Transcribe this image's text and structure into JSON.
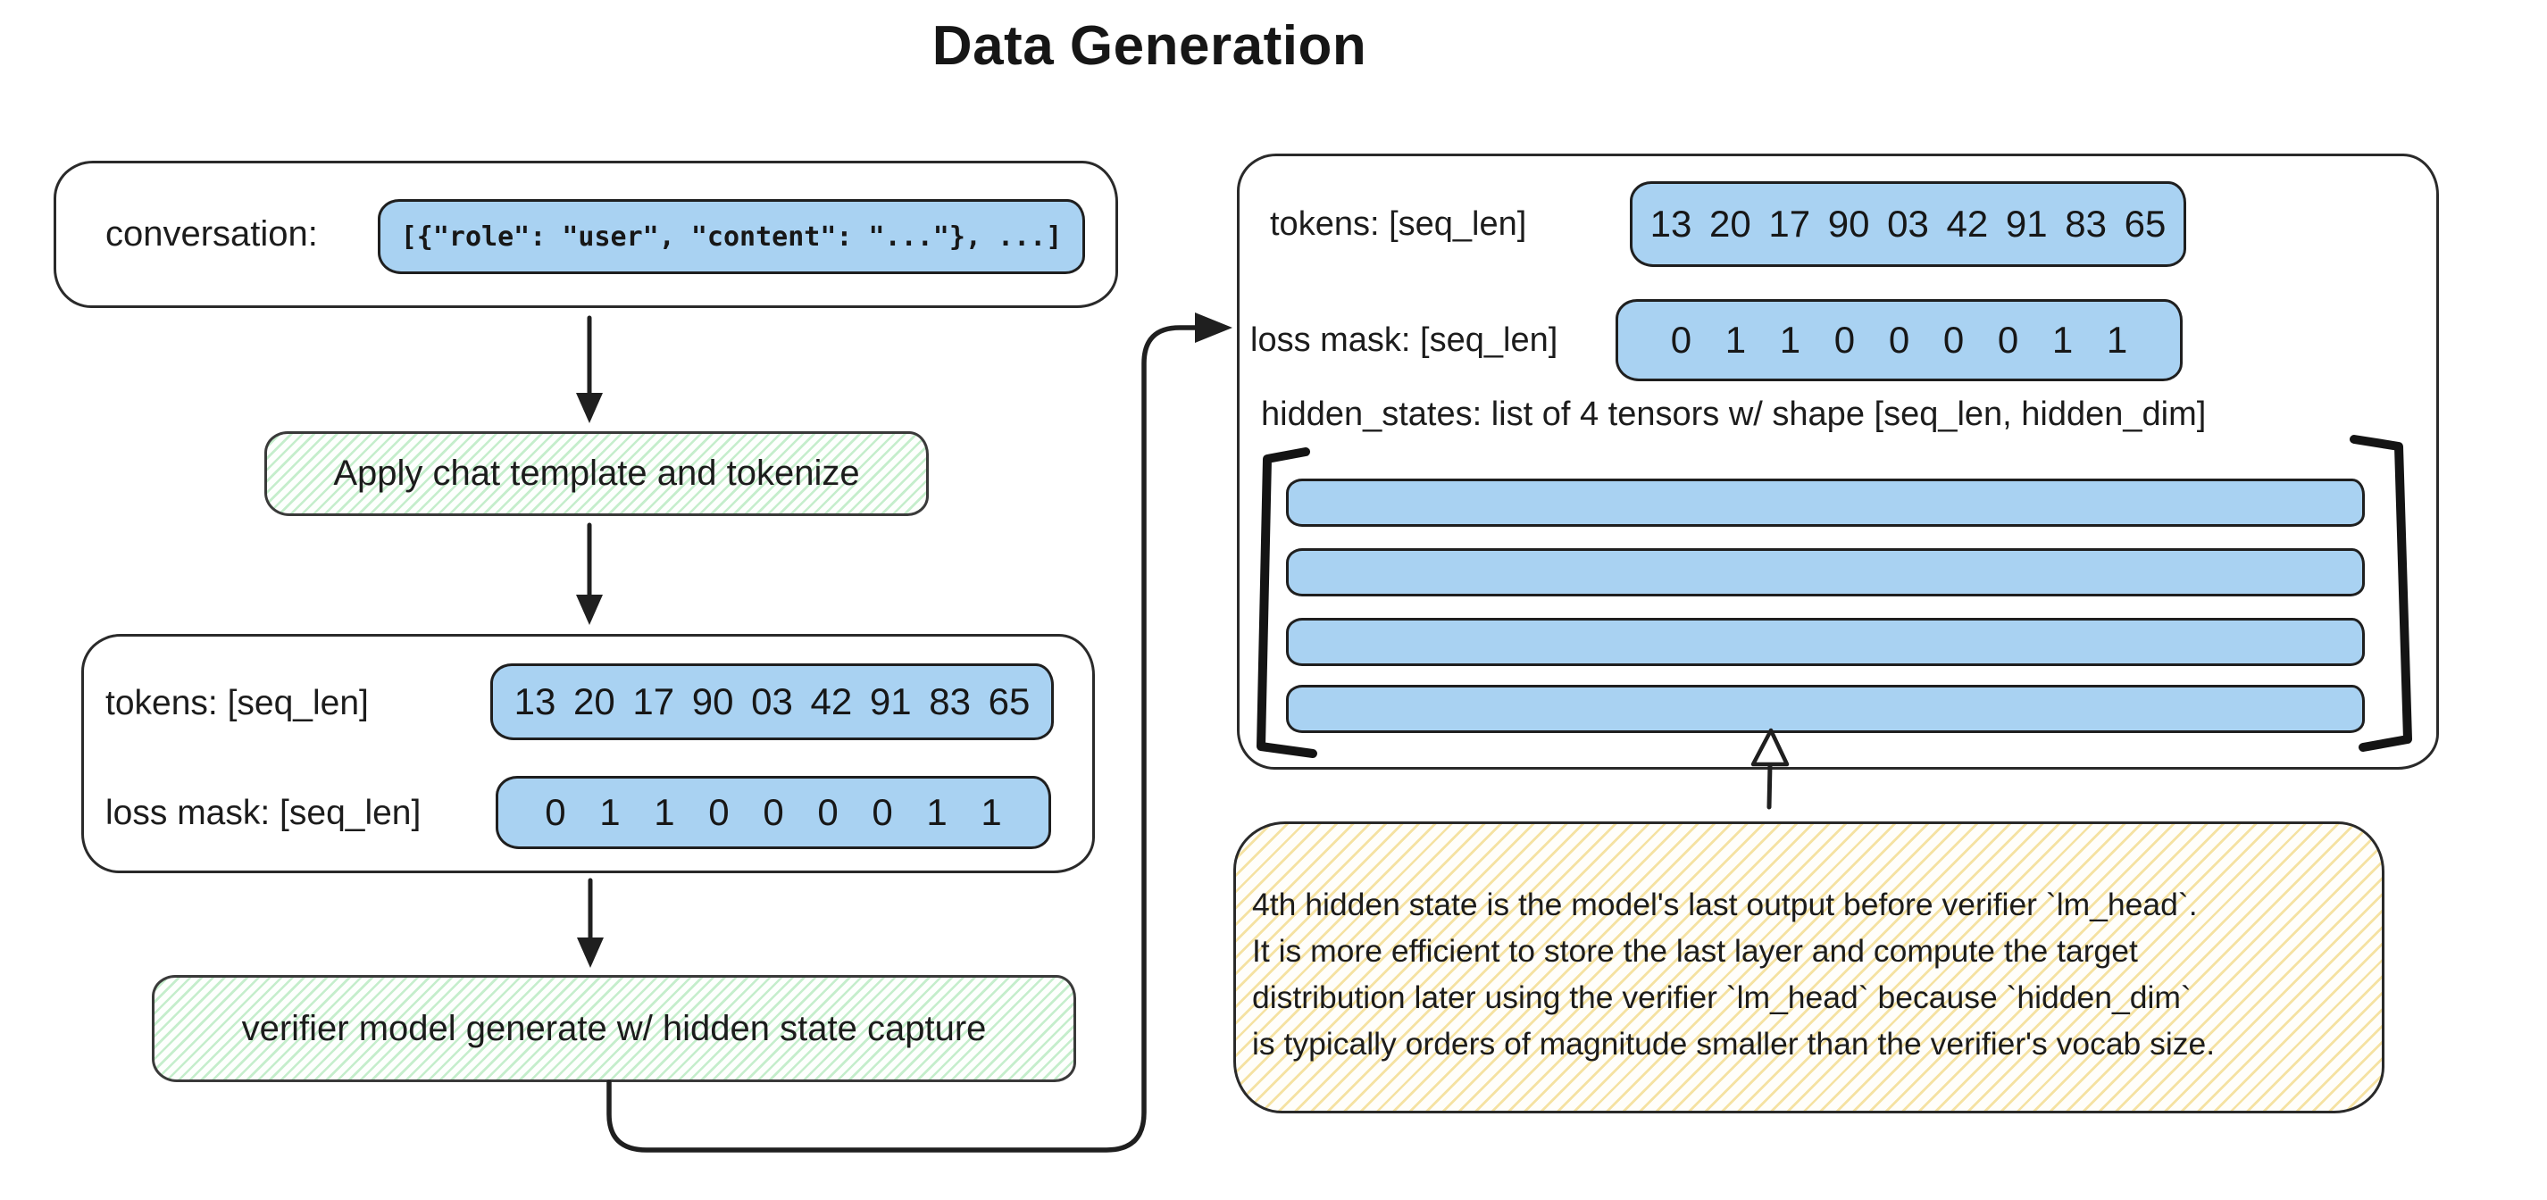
{
  "title": "Data Generation",
  "colors": {
    "stroke": "#1f1f1f",
    "blue_fill": "#a9d2f2",
    "green_hatch": "#b2f2bb",
    "yellow_hatch": "#f2d984",
    "background": "#ffffff"
  },
  "left": {
    "conversation_label": "conversation:",
    "conversation_value": "[{\"role\": \"user\", \"content\": \"...\"}, ...]",
    "step1_label": "Apply chat template and tokenize",
    "tokens_label": "tokens: [seq_len]",
    "tokens_values": "13 20 17 90 03 42 91 83 65",
    "loss_mask_label": "loss mask: [seq_len]",
    "loss_mask_values": "0 1 1 0 0 0 0 1 1",
    "step2_label": "verifier model generate w/ hidden state capture"
  },
  "right": {
    "tokens_label": "tokens: [seq_len]",
    "tokens_values": "13 20 17 90 03 42 91 83 65",
    "loss_mask_label": "loss mask: [seq_len]",
    "loss_mask_values": "0 1 1 0 0 0 0 1 1",
    "hidden_states_label": "hidden_states: list of 4 tensors w/ shape [seq_len, hidden_dim]",
    "hidden_states_count": 4,
    "note_lines": [
      "4th hidden state is the model's last output before verifier `lm_head`.",
      "It is more efficient to store the last layer and compute the target",
      "distribution later using the verifier `lm_head` because `hidden_dim`",
      "is typically orders of magnitude smaller than the verifier's vocab size."
    ]
  }
}
